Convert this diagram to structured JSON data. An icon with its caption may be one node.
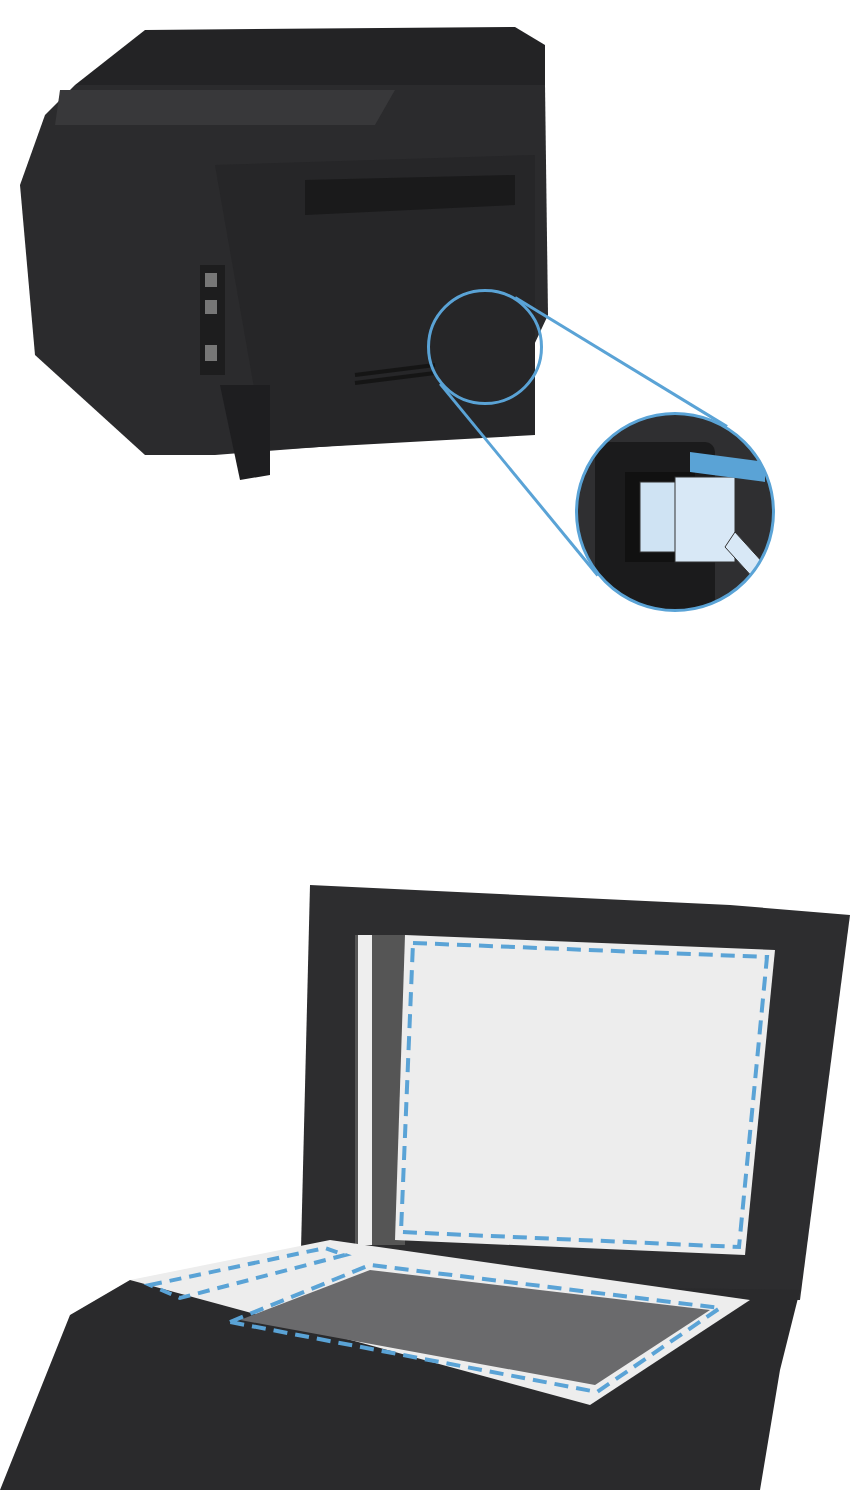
{
  "diagram": {
    "nodes": [
      {
        "text": [],
        "shape": "picture"
      },
      {
        "text": [],
        "shape": "circle",
        "in": 0
      },
      {
        "text": [],
        "shape": "circle"
      },
      {
        "text": [],
        "shape": "picture"
      }
    ],
    "edges": [
      {
        "from": 1,
        "to": 2,
        "arrow": "none"
      },
      {
        "from": 1,
        "to": 2,
        "arrow": "none"
      }
    ]
  }
}
